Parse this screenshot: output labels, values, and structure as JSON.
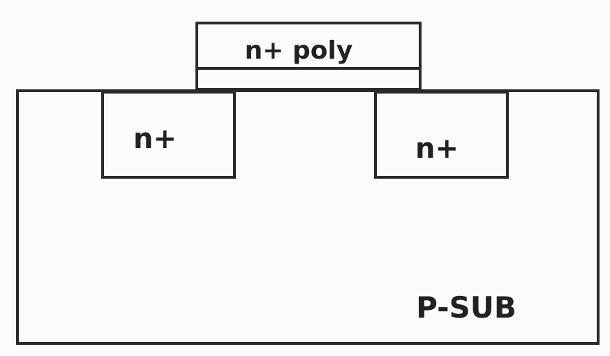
{
  "diagram": {
    "gate": {
      "label": "n+ poly"
    },
    "source": {
      "label": "n+"
    },
    "drain": {
      "label": "n+"
    },
    "substrate": {
      "label": "P-SUB"
    },
    "colors": {
      "stroke": "#2a2a2a",
      "background": "#fbfbfb"
    }
  }
}
